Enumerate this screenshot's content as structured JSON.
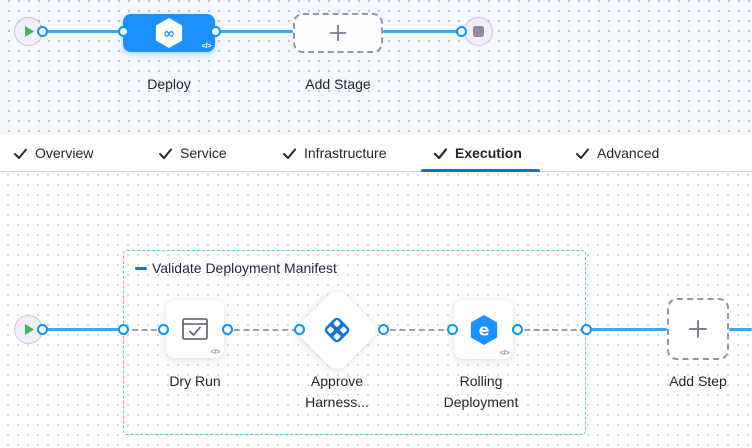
{
  "stage_pipeline": {
    "deploy_stage": {
      "label": "Deploy",
      "code_glyph": "</>"
    },
    "add_stage": {
      "label": "Add Stage"
    }
  },
  "tabs": [
    {
      "label": "Overview",
      "checked": true,
      "active": false
    },
    {
      "label": "Service",
      "checked": true,
      "active": false
    },
    {
      "label": "Infrastructure",
      "checked": true,
      "active": false
    },
    {
      "label": "Execution",
      "checked": true,
      "active": true
    },
    {
      "label": "Advanced",
      "checked": true,
      "active": false
    }
  ],
  "execution": {
    "group_label": "Validate Deployment Manifest",
    "steps": [
      {
        "label": "Dry Run",
        "icon": "dry-run-icon",
        "code_glyph": "</>"
      },
      {
        "label": "Approve Harness...",
        "icon": "approval-icon",
        "code_glyph": ""
      },
      {
        "label": "Rolling Deployment",
        "icon": "rolling-deployment-icon",
        "code_glyph": "</>"
      }
    ],
    "add_step": {
      "label": "Add Step"
    }
  },
  "colors": {
    "harness_blue": "#1b90fe",
    "flow_line": "#38a9f4",
    "connector_border": "#0f93f2",
    "active_tab_underline": "#0278d5",
    "group_border": "#53c9e2",
    "play_green": "#42b45c",
    "stop_gray": "#8e8ba2",
    "canvas_top_bg": "#f3f8fc"
  }
}
